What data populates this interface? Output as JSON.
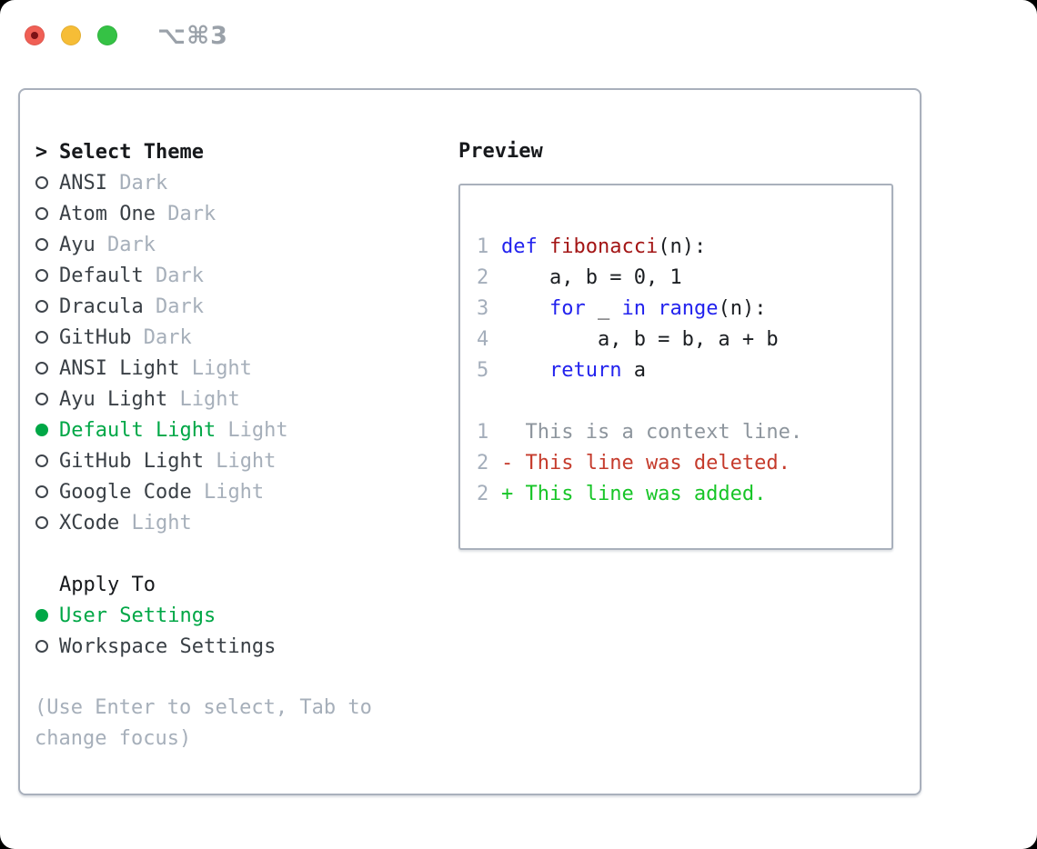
{
  "window": {
    "shortcut": "⌥⌘3",
    "traffic_lights": [
      {
        "name": "close",
        "color": "#f05f55"
      },
      {
        "name": "minimize",
        "color": "#f6bd36"
      },
      {
        "name": "zoom",
        "color": "#35c245"
      }
    ]
  },
  "theme_picker": {
    "title_prefix": ">",
    "title": "Select Theme",
    "items": [
      {
        "name": "ANSI",
        "variant": "Dark",
        "selected": false
      },
      {
        "name": "Atom One",
        "variant": "Dark",
        "selected": false
      },
      {
        "name": "Ayu",
        "variant": "Dark",
        "selected": false
      },
      {
        "name": "Default",
        "variant": "Dark",
        "selected": false
      },
      {
        "name": "Dracula",
        "variant": "Dark",
        "selected": false
      },
      {
        "name": "GitHub",
        "variant": "Dark",
        "selected": false
      },
      {
        "name": "ANSI Light",
        "variant": "Light",
        "selected": false
      },
      {
        "name": "Ayu Light",
        "variant": "Light",
        "selected": false
      },
      {
        "name": "Default Light",
        "variant": "Light",
        "selected": true
      },
      {
        "name": "GitHub Light",
        "variant": "Light",
        "selected": false
      },
      {
        "name": "Google Code",
        "variant": "Light",
        "selected": false
      },
      {
        "name": "XCode",
        "variant": "Light",
        "selected": false
      }
    ]
  },
  "apply_to": {
    "title": "Apply To",
    "options": [
      {
        "label": "User Settings",
        "selected": true
      },
      {
        "label": "Workspace Settings",
        "selected": false
      }
    ]
  },
  "help_text": "(Use Enter to select, Tab to change focus)",
  "preview": {
    "title": "Preview",
    "lines": [
      {
        "num": "1",
        "kind": "code",
        "tokens": [
          {
            "t": "def",
            "c": "keyword"
          },
          {
            "t": " "
          },
          {
            "t": "fibonacci",
            "c": "function"
          },
          {
            "t": "(n):"
          }
        ]
      },
      {
        "num": "2",
        "kind": "code",
        "tokens": [
          {
            "t": "    a, b = 0, 1"
          }
        ]
      },
      {
        "num": "3",
        "kind": "code",
        "tokens": [
          {
            "t": "    "
          },
          {
            "t": "for",
            "c": "keyword"
          },
          {
            "t": " _ "
          },
          {
            "t": "in",
            "c": "keyword"
          },
          {
            "t": " "
          },
          {
            "t": "range",
            "c": "keyword"
          },
          {
            "t": "(n):"
          }
        ]
      },
      {
        "num": "4",
        "kind": "code",
        "tokens": [
          {
            "t": "        a, b = b, a + b"
          }
        ]
      },
      {
        "num": "5",
        "kind": "code",
        "tokens": [
          {
            "t": "    "
          },
          {
            "t": "return",
            "c": "keyword"
          },
          {
            "t": " a"
          }
        ]
      },
      {
        "num": "",
        "kind": "blank",
        "tokens": []
      },
      {
        "num": "1",
        "kind": "diff-context",
        "tokens": [
          {
            "t": "  This is a context line.",
            "c": "context"
          }
        ]
      },
      {
        "num": "2",
        "kind": "diff-deleted",
        "tokens": [
          {
            "t": "- This line was deleted.",
            "c": "deleted"
          }
        ]
      },
      {
        "num": "2",
        "kind": "diff-added",
        "tokens": [
          {
            "t": "+ This line was added.",
            "c": "added"
          }
        ]
      }
    ]
  },
  "colors": {
    "accent_green": "#00a746",
    "added_green": "#17c527",
    "deleted_red": "#c53b2c",
    "keyword_blue": "#2222ee",
    "function_red": "#a31515",
    "muted_gray": "#a6afba",
    "line_number_gray": "#a4aebb",
    "panel_border": "#a9b0bc",
    "traffic_red": "#f05f55",
    "traffic_yellow": "#f6bd36",
    "traffic_green": "#35c245"
  }
}
